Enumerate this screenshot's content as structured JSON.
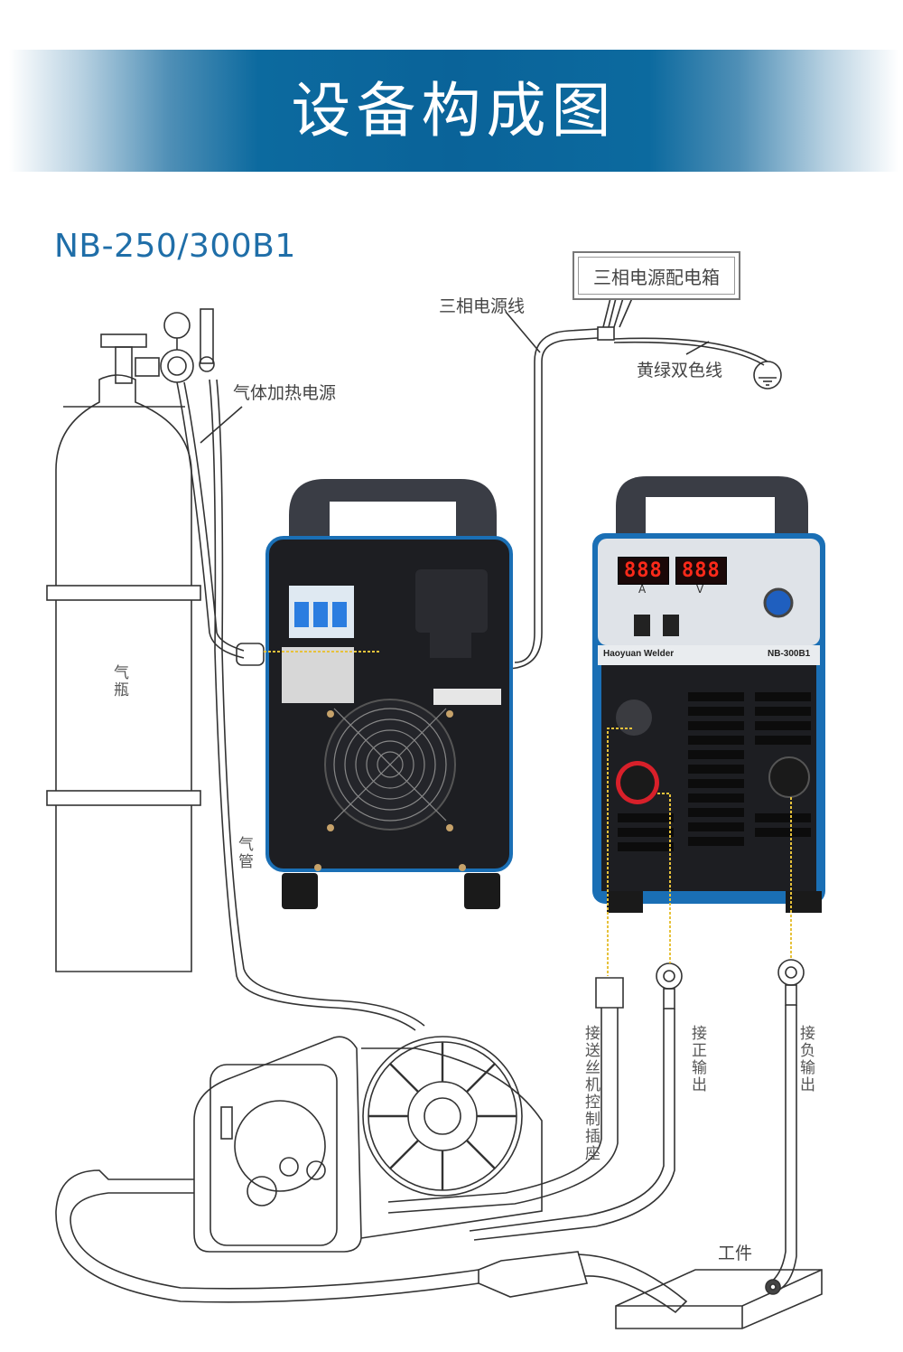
{
  "header": {
    "title": "设备构成图",
    "banner_color": "#0a6399"
  },
  "model": {
    "name": "NB-250/300B1",
    "color": "#1f6ea8"
  },
  "labels": {
    "distribution_box": "三相电源配电箱",
    "three_phase_cable": "三相电源线",
    "ground_wire": "黄绿双色线",
    "gas_heater_power": "气体加热电源",
    "gas_cylinder": "气瓶",
    "gas_hose": "气管",
    "wire_feeder_socket": "接送丝机控制插座",
    "positive_output": "接正输出",
    "negative_output": "接负输出",
    "workpiece": "工件"
  },
  "front_panel": {
    "ammeter_display": "888",
    "voltmeter_display": "888",
    "ammeter_unit": "A",
    "voltmeter_unit": "V",
    "brand_text": "Haoyuan Welder",
    "model_text": "NB-300B1",
    "accent_color": "#1a6fb5",
    "display_color": "#ff2a1a"
  }
}
